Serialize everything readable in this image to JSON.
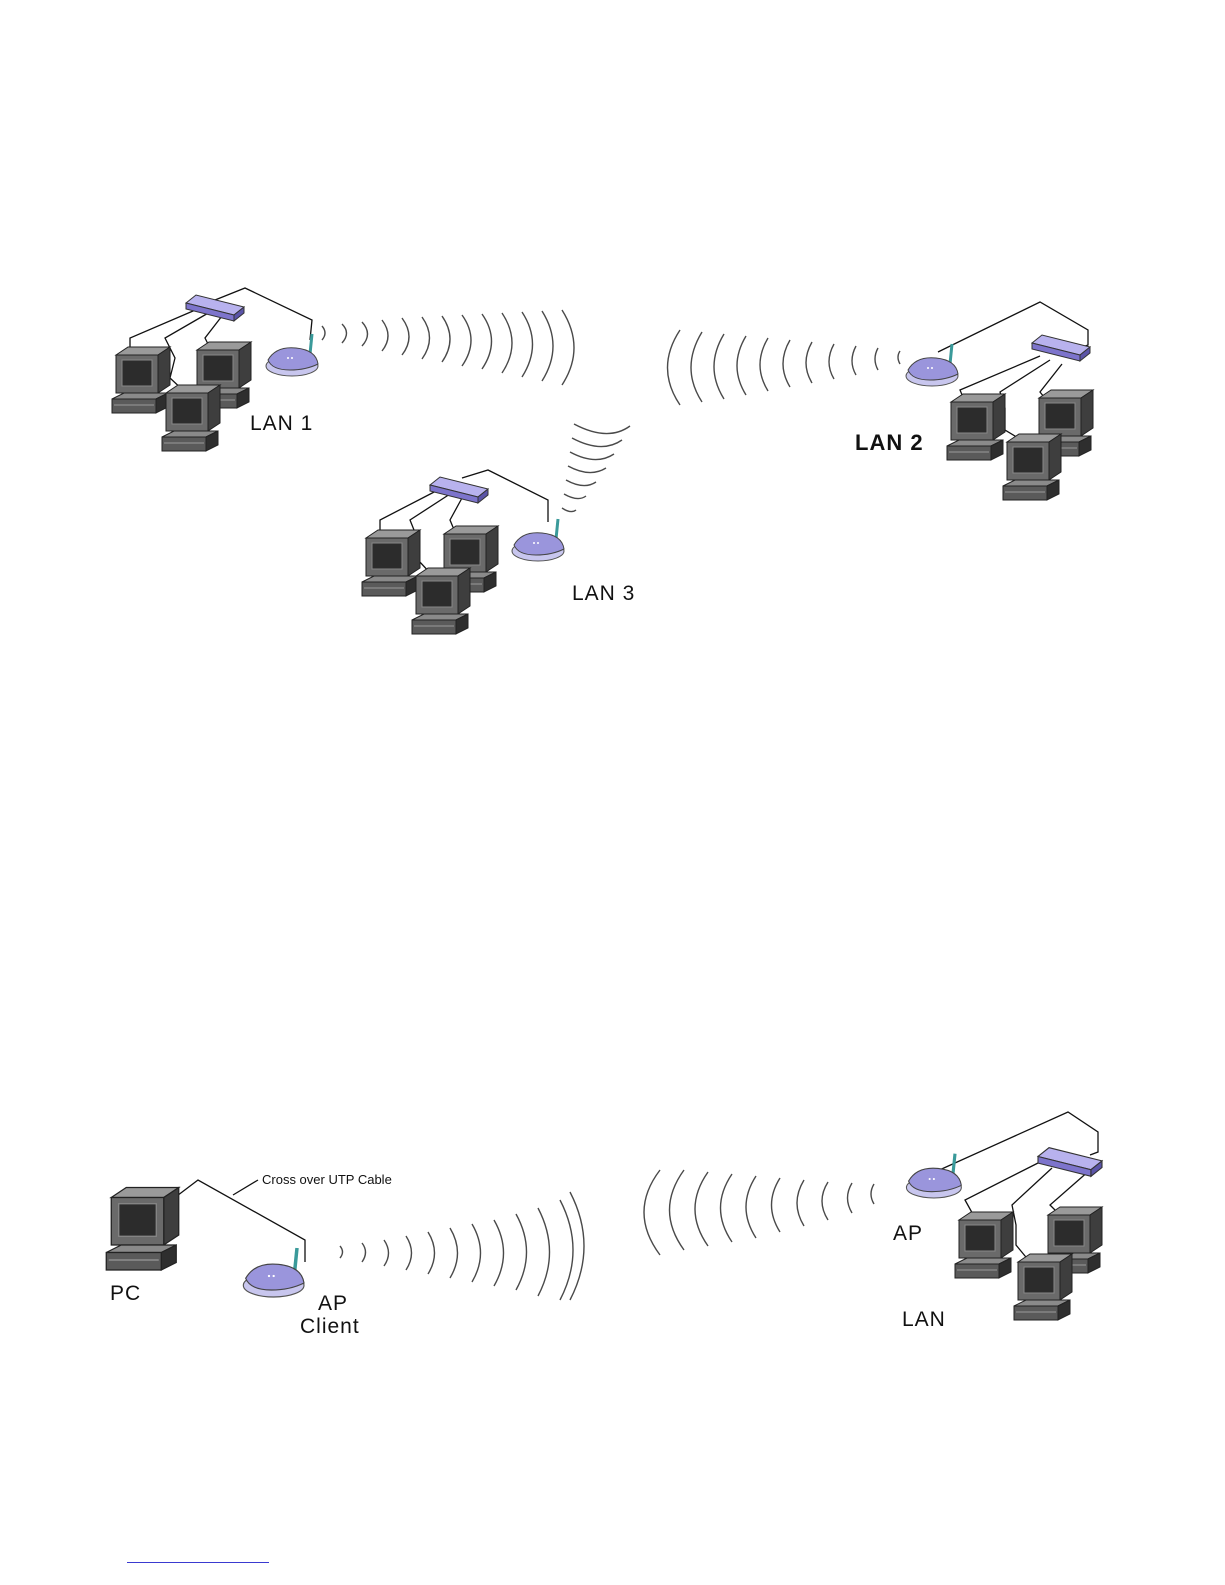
{
  "diagram_top": {
    "lan1_label": "LAN 1",
    "lan2_label": "LAN 2",
    "lan3_label": "LAN 3"
  },
  "diagram_bottom": {
    "pc_label": "PC",
    "cable_label": "Cross over UTP Cable",
    "ap_client_label_line1": "AP",
    "ap_client_label_line2": "Client",
    "ap_label": "AP",
    "lan_label": "LAN"
  },
  "colors": {
    "device_purple": "#9a90dc",
    "monitor_gray": "#5a5a5a"
  }
}
